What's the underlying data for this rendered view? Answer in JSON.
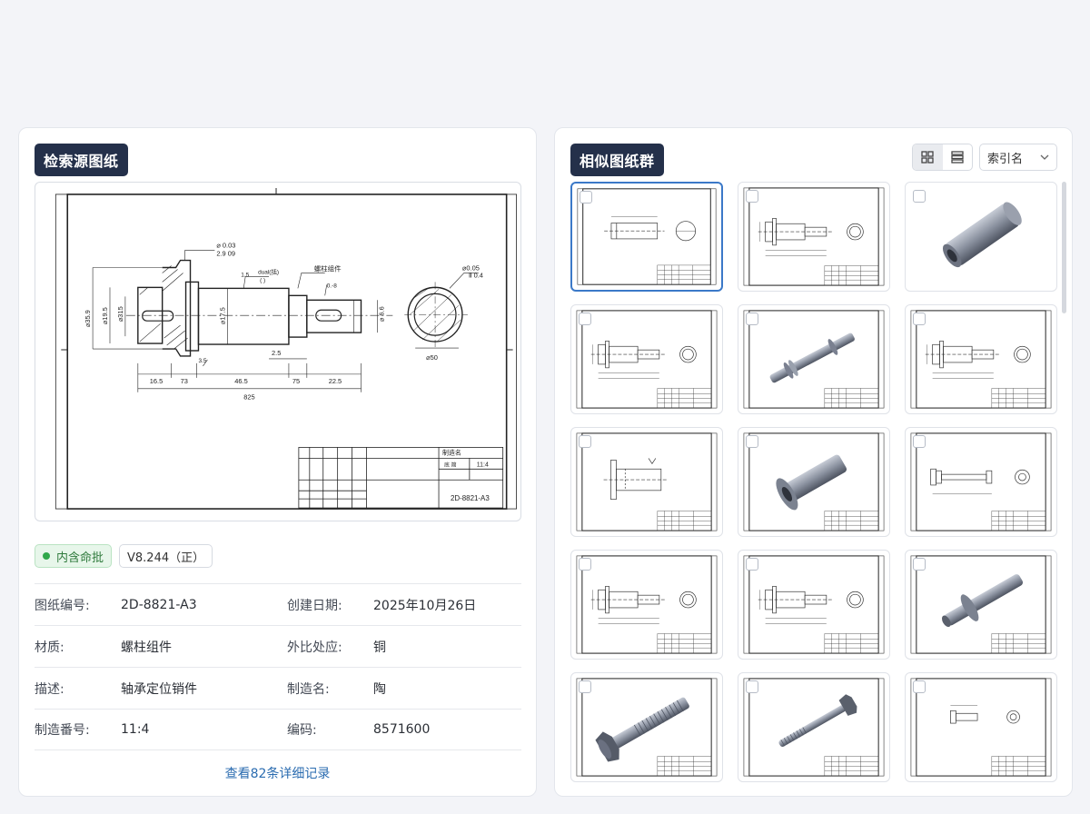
{
  "left": {
    "title": "检索源图纸",
    "drawing": {
      "tolerances": {
        "top": "⌀ 0.03",
        "top2": "2.9 09",
        "right": "⌀0.05",
        "right2": "Ⅱ 0.4"
      },
      "labels": {
        "part": "螺柱组件",
        "surface": "dual(括)",
        "surface2": "( )",
        "rough1": "1.5",
        "rough2": "0.-8",
        "rough3": "3.5"
      },
      "vdims": [
        "⌀35.9",
        "⌀19.5",
        "⌀315",
        "⌀17.5",
        "⌀ 6.6"
      ],
      "hdims": [
        "16.5",
        "73",
        "46.5",
        "75",
        "22.5",
        "2.5"
      ],
      "total": "825",
      "circle_dim": "⌀50",
      "title_block": {
        "maker": "制造名",
        "ratio_label": "底 简",
        "ratio": "11:4",
        "code": "2D-8821-A3"
      }
    },
    "badges": {
      "status": "内含命批",
      "version": "V8.244（正）"
    },
    "info": [
      {
        "l1": "图纸编号:",
        "v1": "2D-8821-A3",
        "l2": "创建日期:",
        "v2": "2025年10月26日"
      },
      {
        "l1": "材质:",
        "v1": "螺柱组件",
        "l2": "外比处应:",
        "v2": "铜"
      },
      {
        "l1": "描述:",
        "v1": "轴承定位销件",
        "l2": "制造名:",
        "v2": "陶"
      },
      {
        "l1": "制造番号:",
        "v1": "11:4",
        "l2": "编码:",
        "v2": "8571600"
      }
    ],
    "more_link": "查看82条详细记录"
  },
  "right": {
    "title": "相似图纸群",
    "sort_label": "索引名",
    "thumbs": [
      {
        "kind": "pin-drawing",
        "selected": true
      },
      {
        "kind": "shaft-drawing",
        "selected": false
      },
      {
        "kind": "cylinder-3d",
        "selected": false
      },
      {
        "kind": "shaft-drawing",
        "selected": false
      },
      {
        "kind": "rod-3d",
        "selected": false
      },
      {
        "kind": "shaft-drawing",
        "selected": false
      },
      {
        "kind": "flange-pin-drawing",
        "selected": false
      },
      {
        "kind": "flange-pin-3d",
        "selected": false
      },
      {
        "kind": "bolt-drawing",
        "selected": false
      },
      {
        "kind": "shaft-drawing",
        "selected": false
      },
      {
        "kind": "shaft-drawing",
        "selected": false
      },
      {
        "kind": "collar-rod-3d",
        "selected": false
      },
      {
        "kind": "hex-bolt-3d",
        "selected": false
      },
      {
        "kind": "thin-bolt-3d",
        "selected": false
      },
      {
        "kind": "small-bolt-drawing",
        "selected": false
      }
    ]
  }
}
